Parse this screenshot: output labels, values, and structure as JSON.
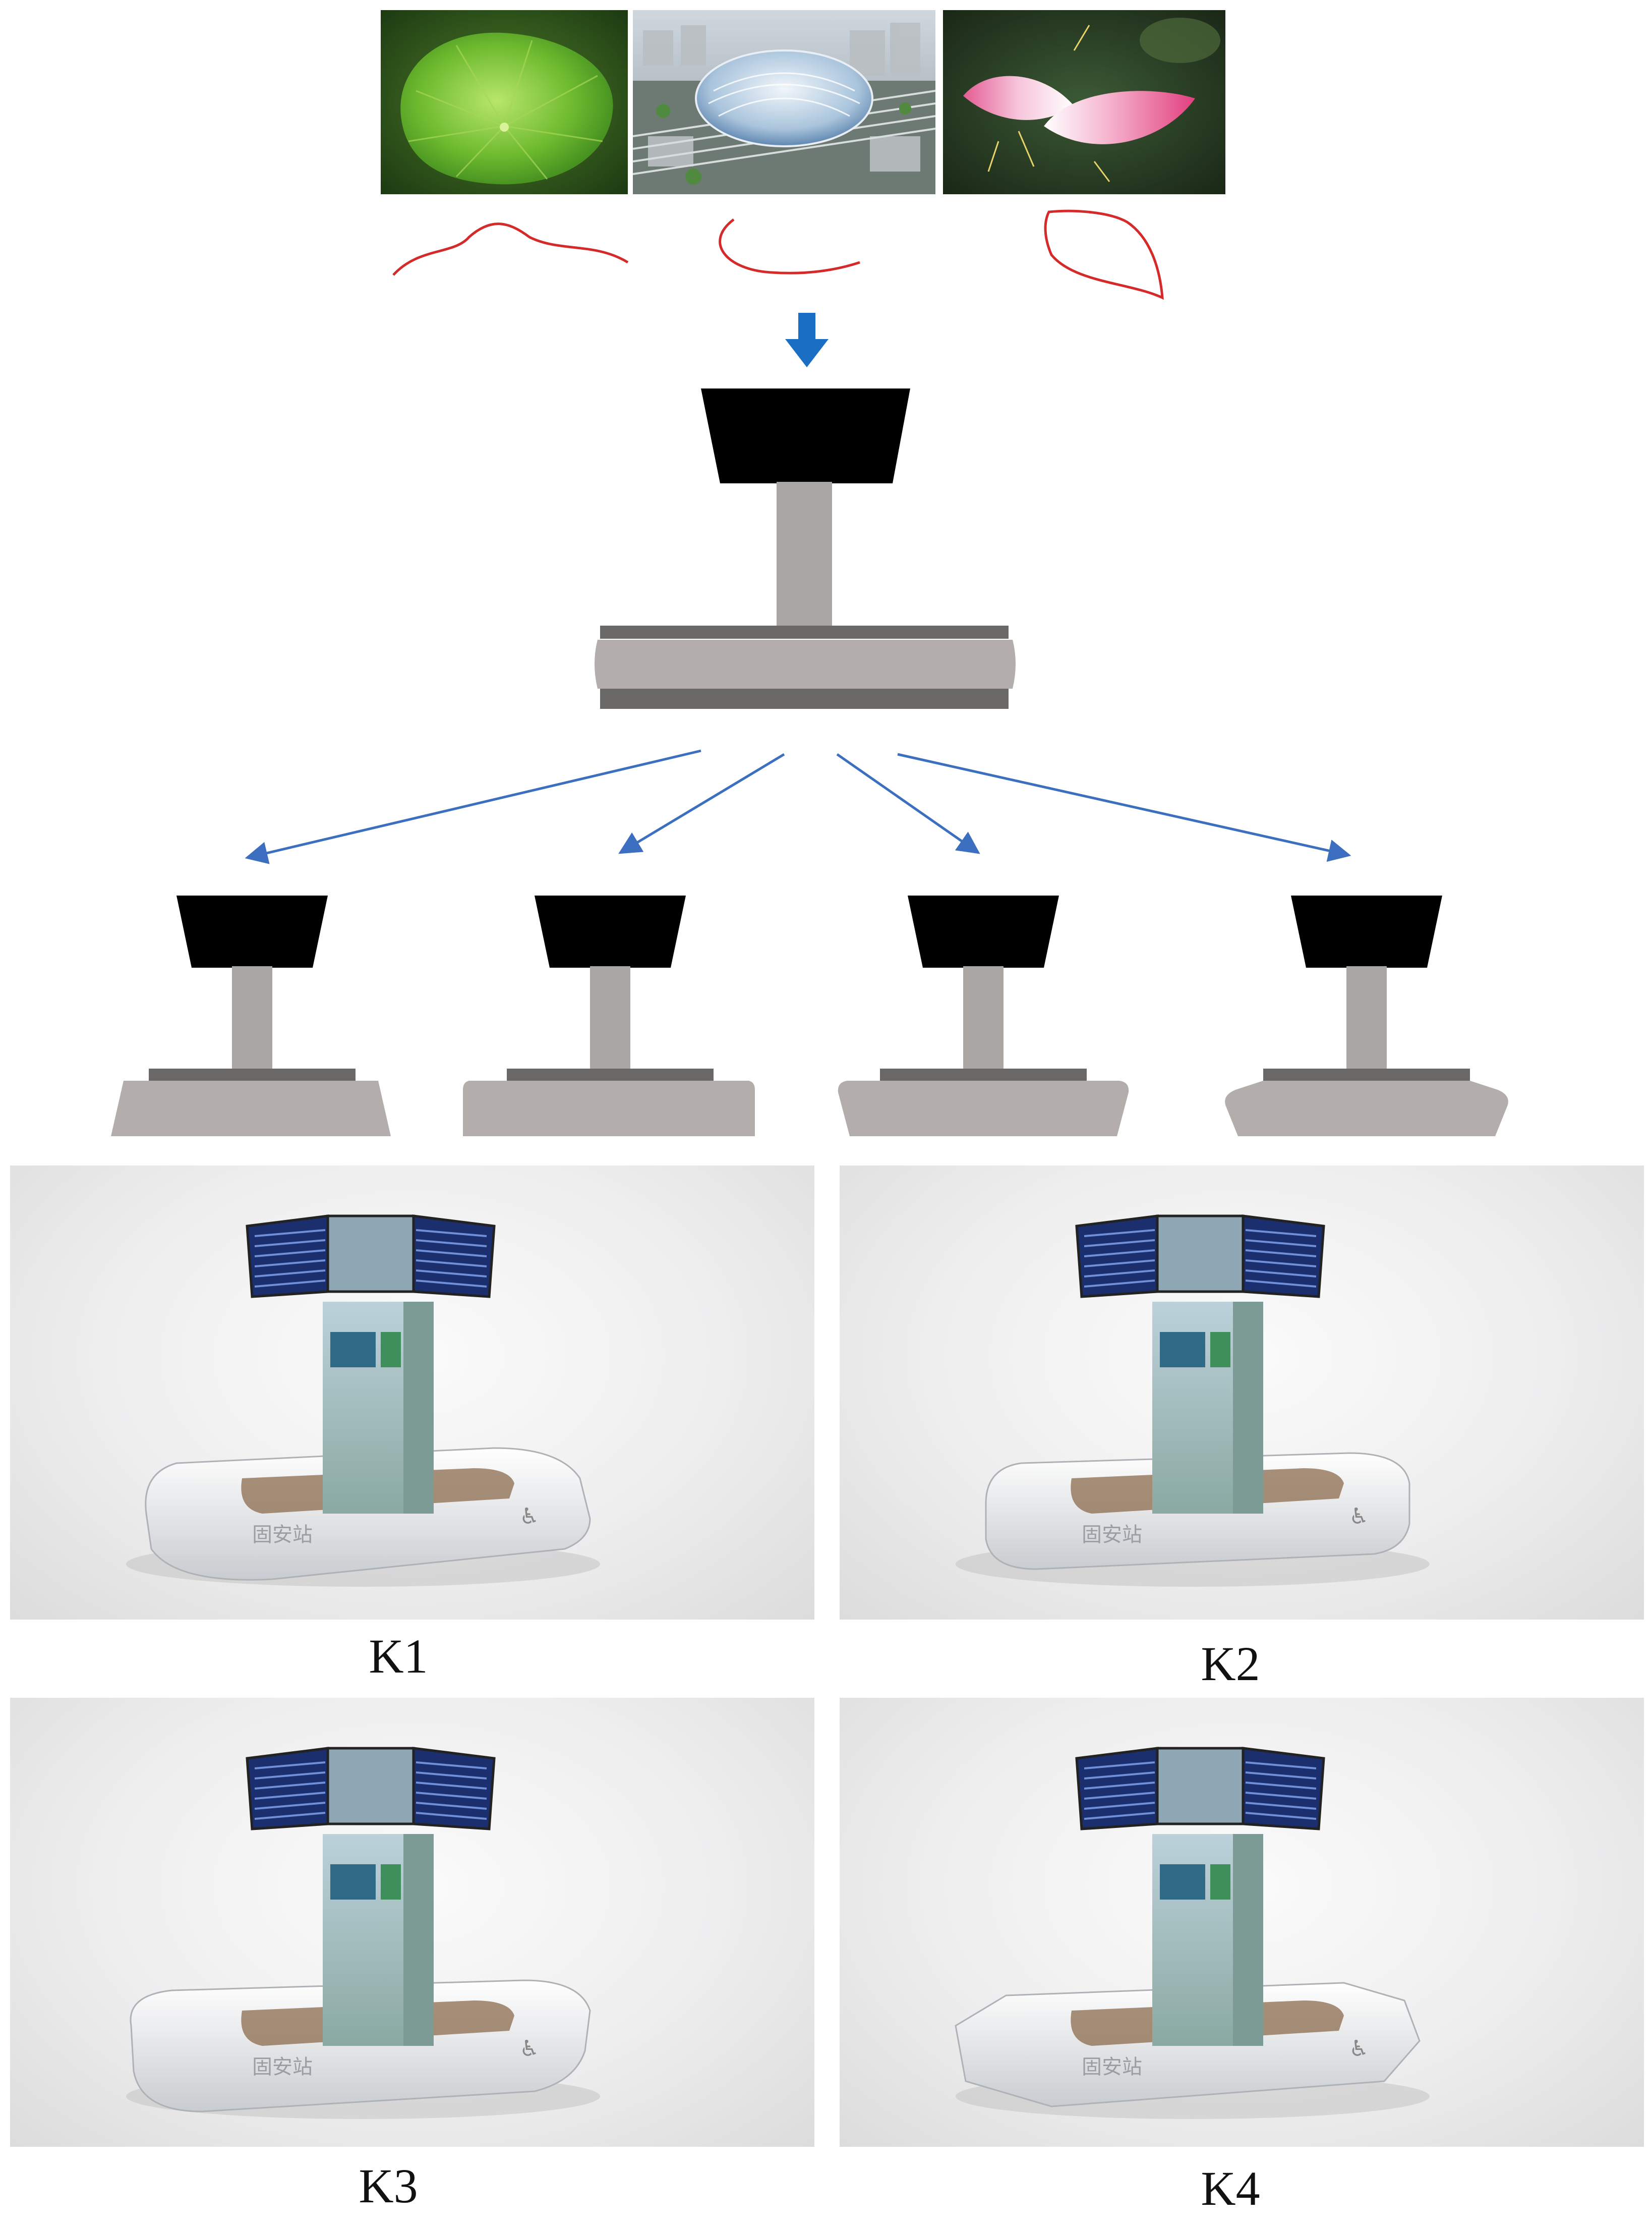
{
  "inspiration": {
    "images": [
      {
        "name": "lotus-leaf-photo"
      },
      {
        "name": "station-aerial-photo"
      },
      {
        "name": "lotus-petal-photo"
      }
    ],
    "sketch_color": "#d42a2a"
  },
  "flow": {
    "arrow_color": "#1a6fc4",
    "branch_arrow_color": "#3c6fbf"
  },
  "base_model": {
    "screen_color": "#000000",
    "column_color": "#aaa6a3",
    "base_color": "#b3aeab",
    "base_edge_color": "#6a6767"
  },
  "variants": [
    {
      "label": "K1"
    },
    {
      "label": "K2"
    },
    {
      "label": "K3"
    },
    {
      "label": "K4"
    }
  ],
  "render": {
    "kiosk_text": "固安站"
  }
}
